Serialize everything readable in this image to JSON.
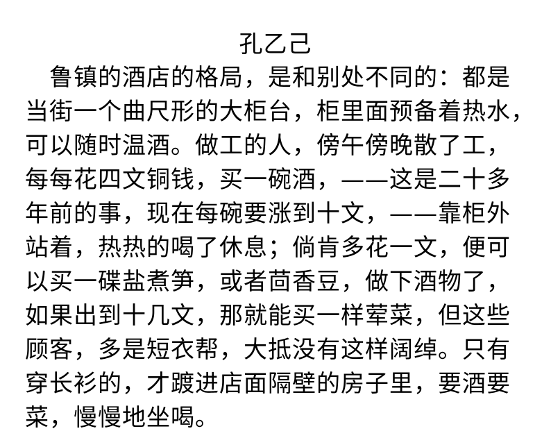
{
  "title": "孔乙己",
  "lines": [
    "　鲁镇的酒店的格局，是和别处不同的：都是",
    "当街一个曲尺形的大柜台，柜里面预备着热水，",
    "可以随时温酒。做工的人，傍午傍晚散了工，",
    "每每花四文铜钱，买一碗酒，——这是二十多",
    "年前的事，现在每碗要涨到十文，——靠柜外",
    "站着，热热的喝了休息；倘肯多花一文，便可",
    "以买一碟盐煮笋，或者茴香豆，做下酒物了，",
    "如果出到十几文，那就能买一样荤菜，但这些",
    "顾客，多是短衣帮，大抵没有这样阔绰。只有",
    "穿长衫的，才踱进店面隔壁的房子里，要酒要",
    "菜，慢慢地坐喝。"
  ],
  "colors": {
    "background": "#ffffff",
    "text": "#000000"
  }
}
